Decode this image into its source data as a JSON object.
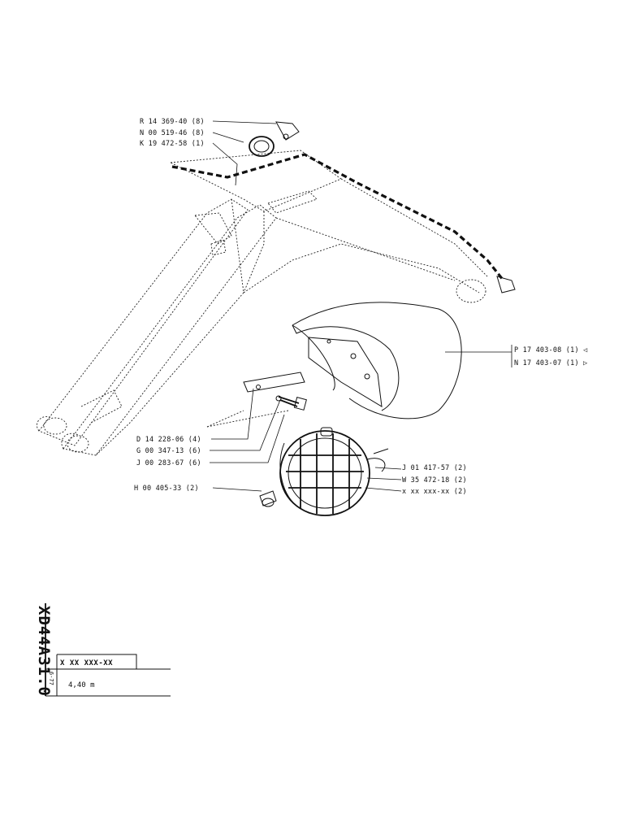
{
  "callouts": {
    "r14369": "R 14 369-40 (8)",
    "n00519": "N 00 519-46 (8)",
    "k19472": "K 19 472-58 (1)",
    "p17403": "P 17 403-08 (1) ◁",
    "n17403": "N 17 403-07 (1) ▷",
    "d14228": "D 14 228-06 (4)",
    "g00347": "G 00 347-13 (6)",
    "j00283": "J 00 283-67 (6)",
    "j01417": "J 01 417-57 (2)",
    "w35472": "W 35 472-18 (2)",
    "xxx": "x xx xxx-xx (2)",
    "h00405": "H 00 405-33 (2)"
  },
  "title_block": {
    "drawing_code": "XD44A31.0",
    "date": "6-77",
    "part_ref": "X XX XXX-XX",
    "dimension": "4,40 m"
  }
}
